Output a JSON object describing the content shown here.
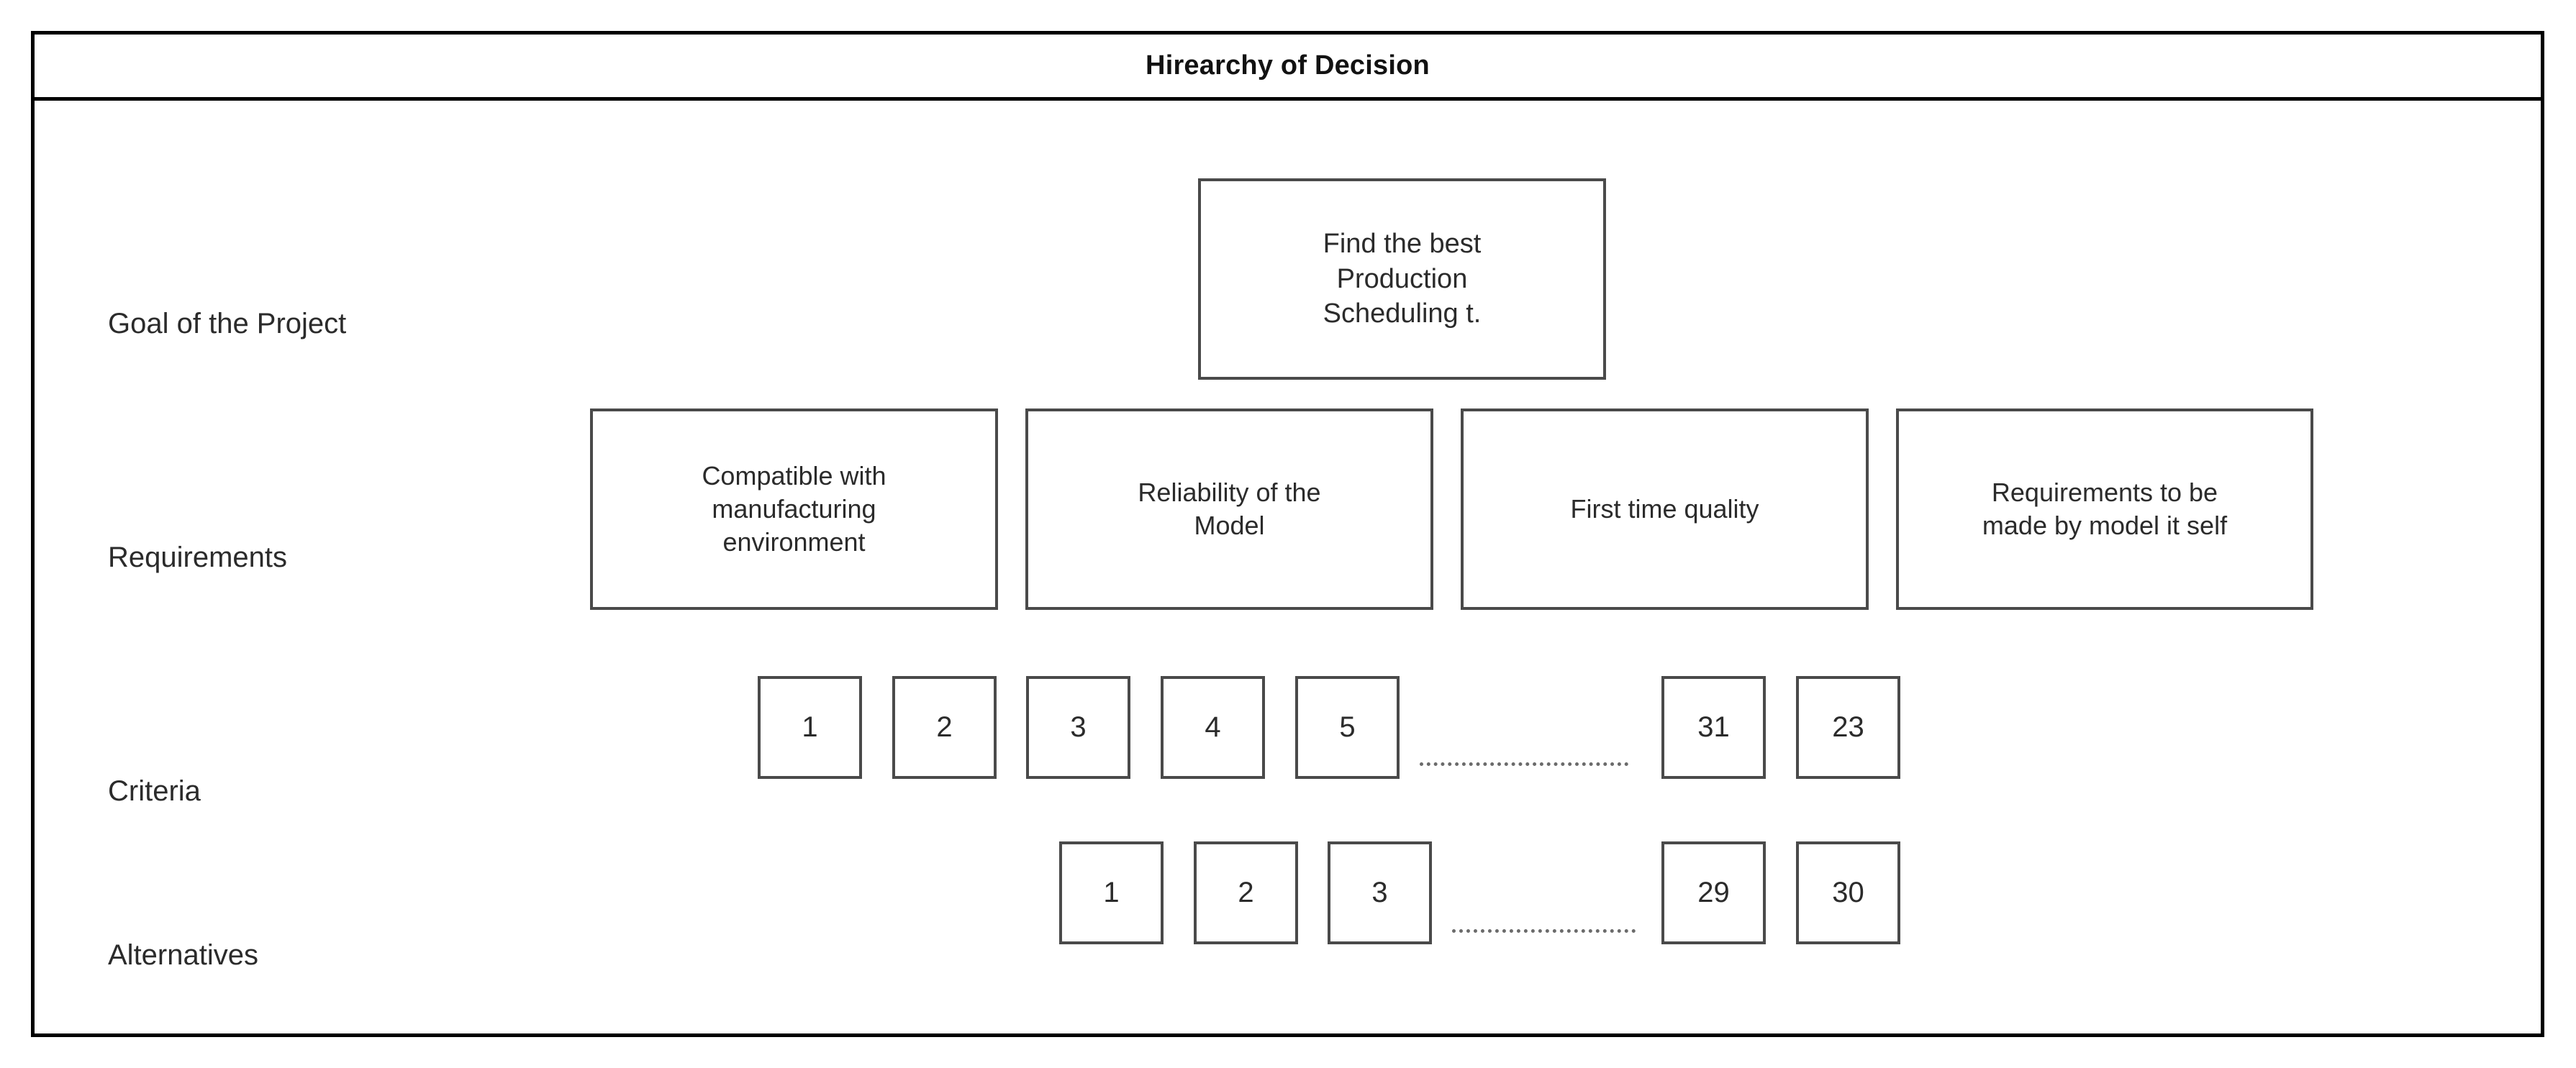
{
  "diagram": {
    "title": "Hirearchy of Decision",
    "type": "hierarchy",
    "colors": {
      "frame_border": "#000000",
      "node_border": "#4a4a4a",
      "node_fill": "#ffffff",
      "text": "#2b2b2b",
      "connector": "#6b6b6b"
    },
    "levels": [
      {
        "label": "Goal of the Project",
        "nodes": [
          {
            "text": "Find the best\nProduction\nScheduling t."
          }
        ]
      },
      {
        "label": "Requirements",
        "nodes": [
          {
            "text": "Compatible with\nmanufacturing\nenvironment"
          },
          {
            "text": "Reliability of the\nModel"
          },
          {
            "text": "First time quality"
          },
          {
            "text": "Requirements to be\nmade by model it self"
          }
        ]
      },
      {
        "label": "Criteria",
        "nodes": [
          {
            "text": "1"
          },
          {
            "text": "2"
          },
          {
            "text": "3"
          },
          {
            "text": "4"
          },
          {
            "text": "5"
          },
          {
            "text": "31"
          },
          {
            "text": "23"
          }
        ],
        "ellipsis_after_index": 4
      },
      {
        "label": "Alternatives",
        "nodes": [
          {
            "text": "1"
          },
          {
            "text": "2"
          },
          {
            "text": "3"
          },
          {
            "text": "29"
          },
          {
            "text": "30"
          }
        ],
        "ellipsis_after_index": 2
      }
    ]
  }
}
